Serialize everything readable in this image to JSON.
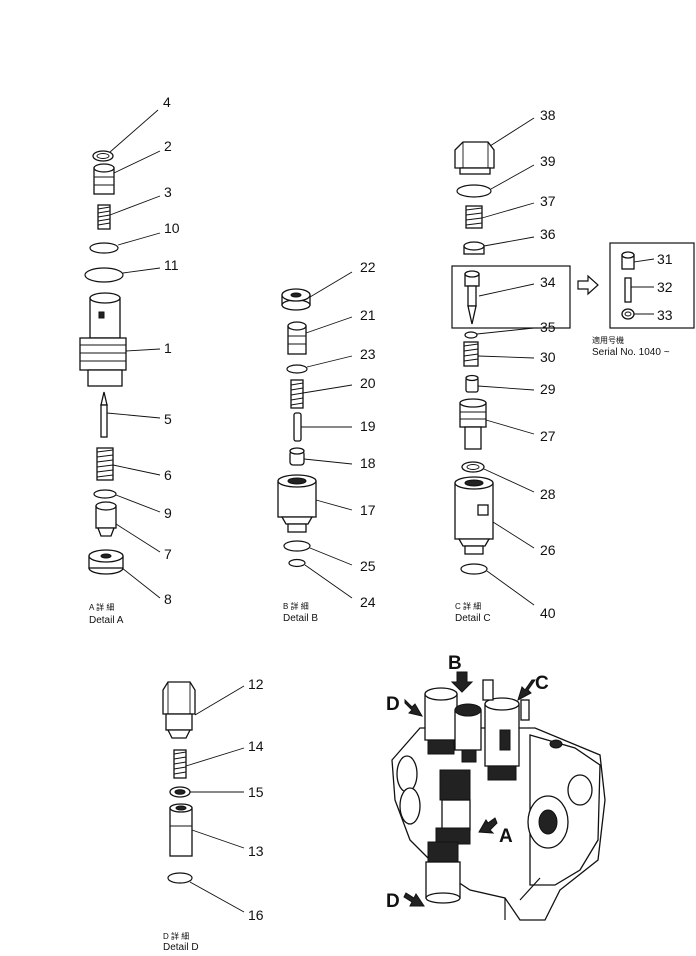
{
  "details": {
    "a": {
      "jp": "A 詳 細",
      "en": "Detail  A",
      "callouts": [
        "4",
        "2",
        "3",
        "10",
        "11",
        "1",
        "5",
        "6",
        "9",
        "7",
        "8"
      ]
    },
    "b": {
      "jp": "B 詳 細",
      "en": "Detail  B",
      "callouts": [
        "22",
        "21",
        "23",
        "20",
        "19",
        "18",
        "17",
        "25",
        "24"
      ]
    },
    "c": {
      "jp": "C 詳 細",
      "en": "Detail  C",
      "callouts": [
        "38",
        "39",
        "37",
        "36",
        "34",
        "35",
        "30",
        "29",
        "27",
        "28",
        "26",
        "40"
      ]
    },
    "d": {
      "jp": "D 詳 細",
      "en": "Detail  D",
      "callouts": [
        "12",
        "14",
        "15",
        "13",
        "16"
      ]
    }
  },
  "inset": {
    "callouts": [
      "31",
      "32",
      "33"
    ],
    "jp": "適用号機",
    "serial": "Serial  No.  1040 ~"
  },
  "assembly": {
    "arrow_labels": [
      "B",
      "C",
      "D",
      "A",
      "D"
    ]
  }
}
